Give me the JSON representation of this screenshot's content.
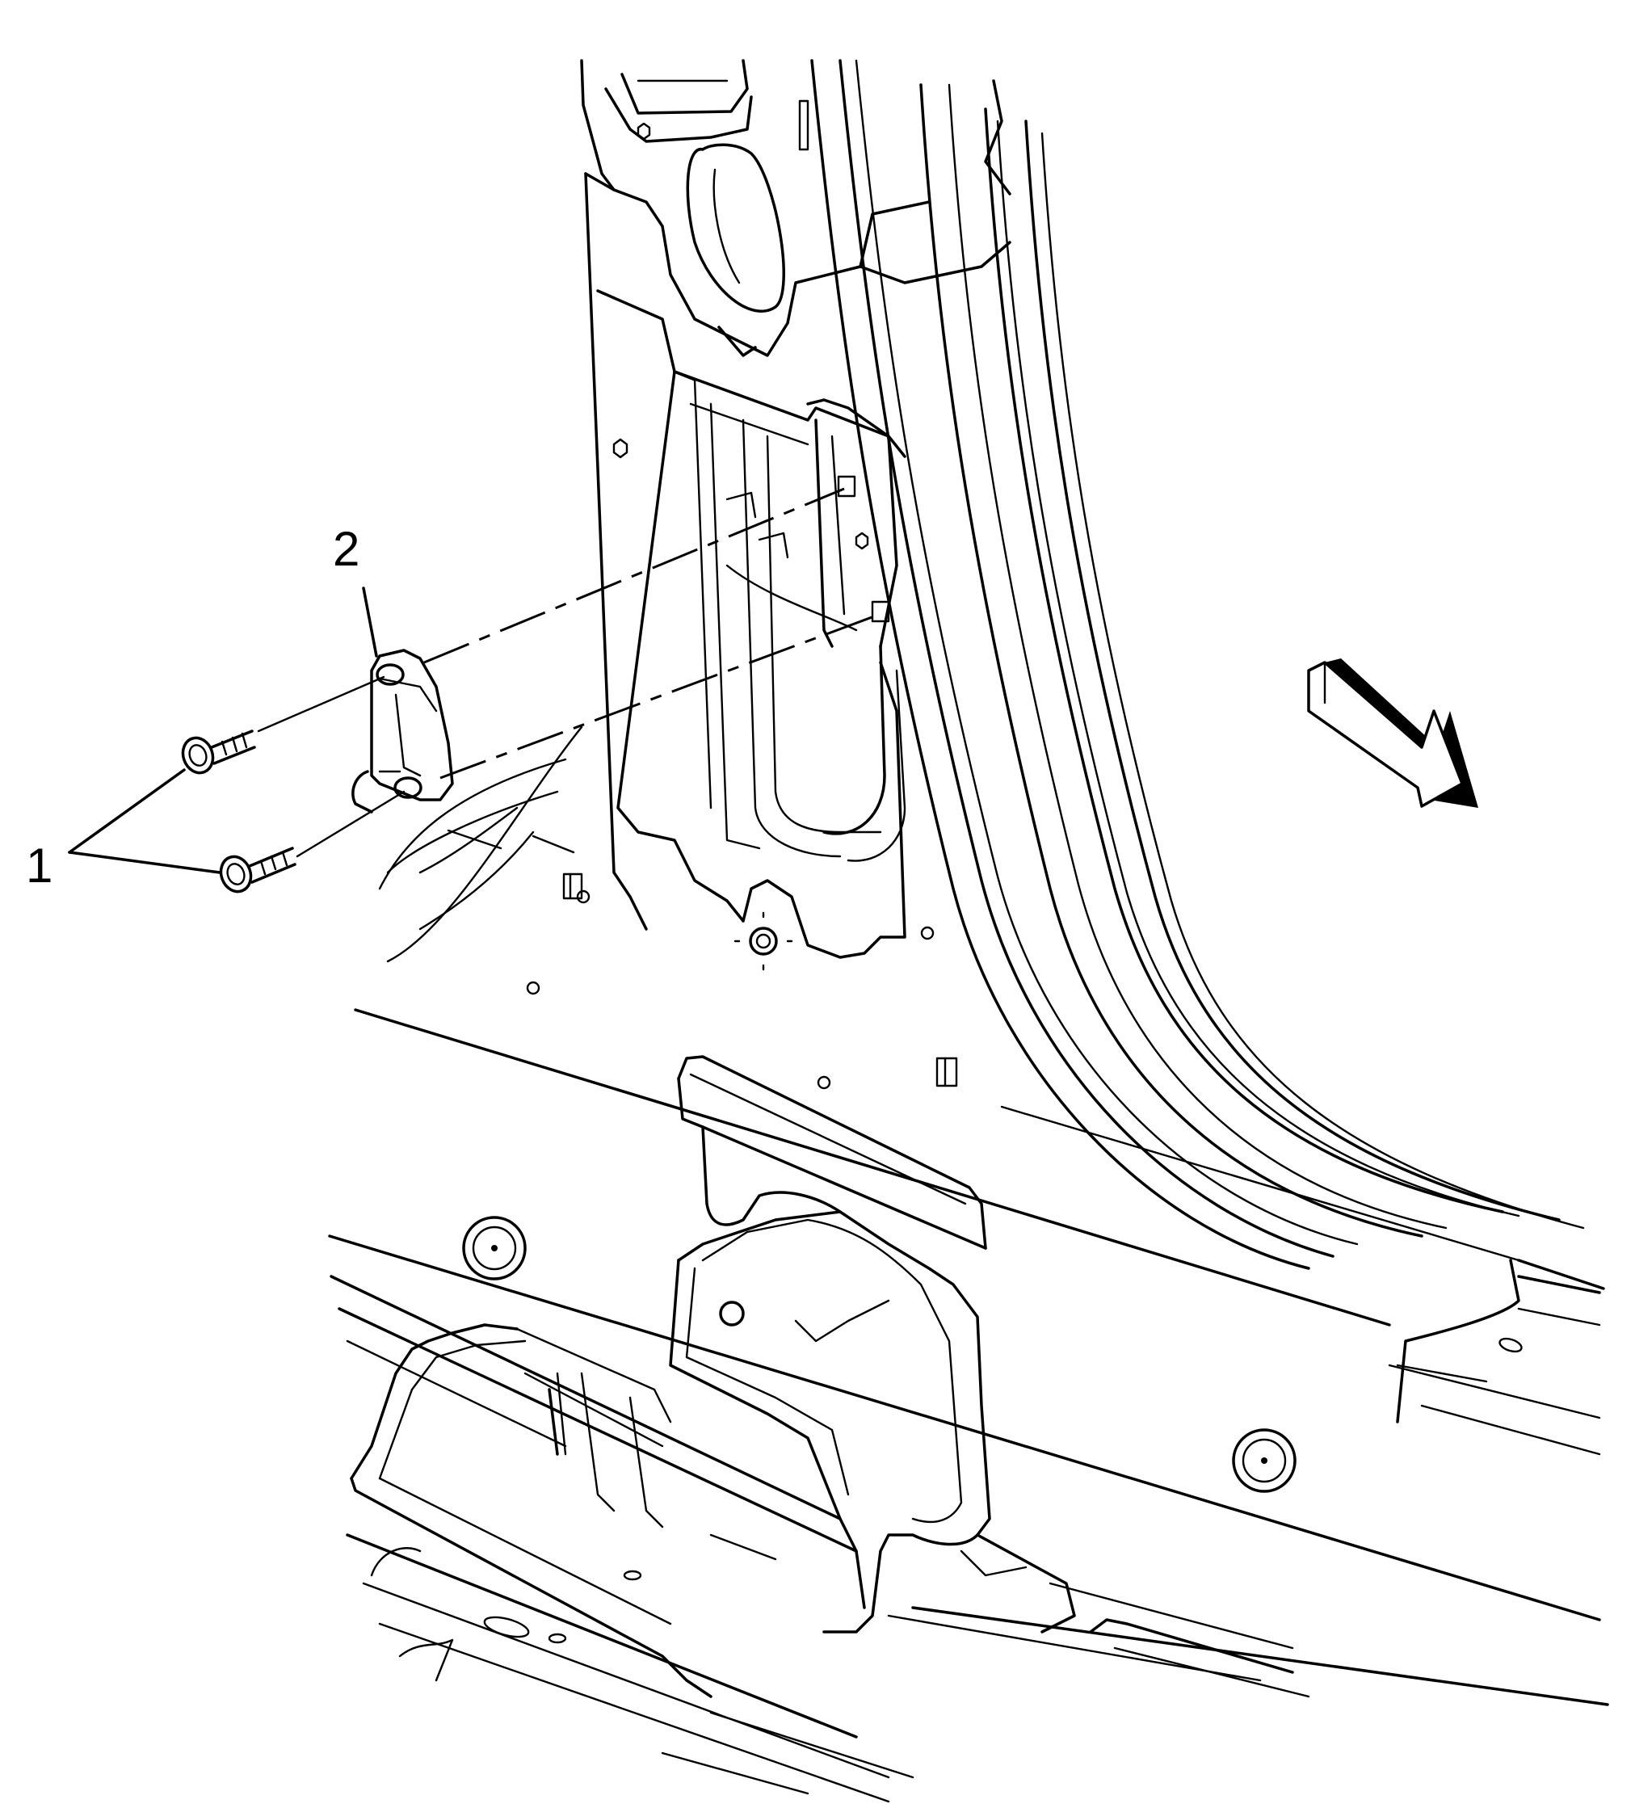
{
  "diagram": {
    "callouts": [
      {
        "id": "1",
        "label": "1",
        "part": "bolts"
      },
      {
        "id": "2",
        "label": "2",
        "part": "bracket"
      }
    ],
    "direction_indicator": "front-arrow-icon",
    "colors": {
      "line": "#000000",
      "background": "#ffffff"
    }
  }
}
